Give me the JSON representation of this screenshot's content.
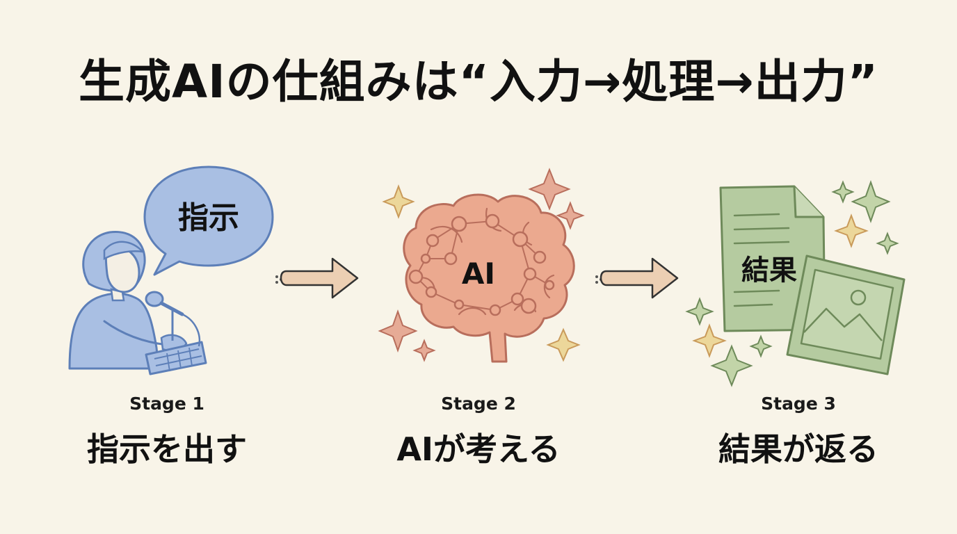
{
  "title": "生成AIの仕組みは“入力→処理→出力”",
  "stages": [
    {
      "label": "Stage 1",
      "caption": "指示を出す",
      "bubble_text": "指示"
    },
    {
      "label": "Stage 2",
      "caption": "AIが考える",
      "brain_text": "AI"
    },
    {
      "label": "Stage 3",
      "caption": "結果が返る",
      "document_text": "結果"
    }
  ],
  "colors": {
    "background": "#f8f4e8",
    "stage1": "#a9bfe3",
    "stage2": "#eba98f",
    "stage3": "#b5cba0",
    "arrow": "#eccfb3",
    "sparkle_gold": "#ecd79a",
    "sparkle_pink": "#e6ab96",
    "sparkle_green": "#c2d4a8"
  },
  "icons": [
    "person-with-microphone-icon",
    "speech-bubble-icon",
    "arrow-right-icon",
    "brain-network-icon",
    "sparkle-icon",
    "document-icon",
    "image-icon"
  ]
}
